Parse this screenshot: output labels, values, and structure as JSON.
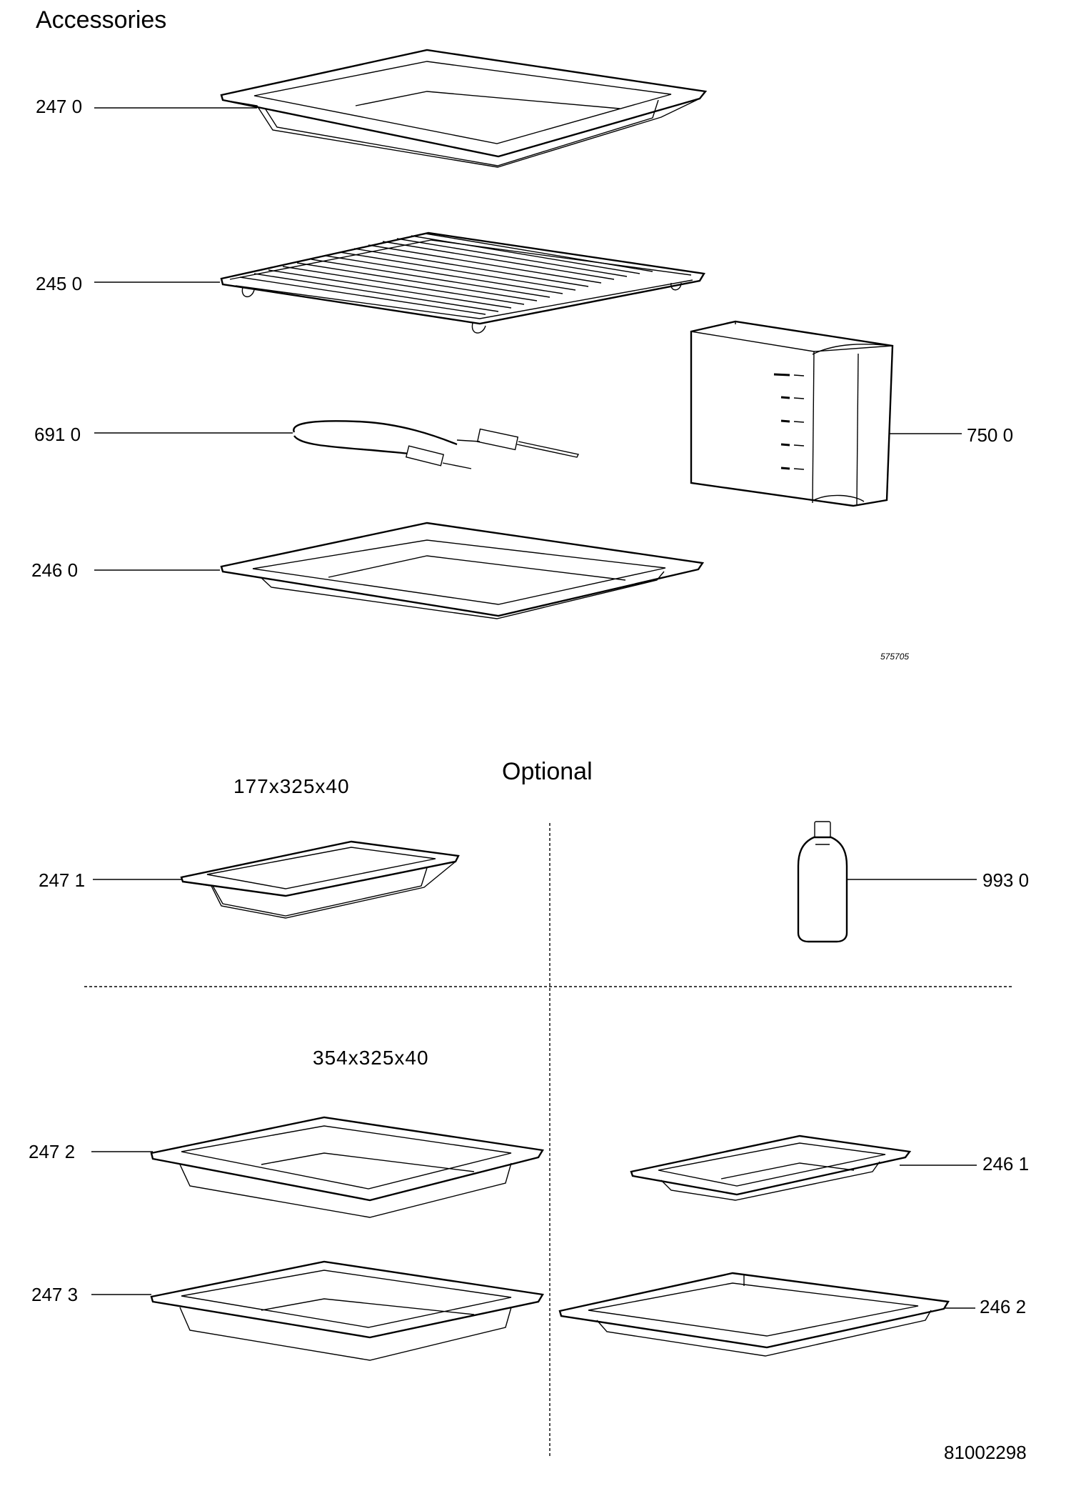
{
  "titles": {
    "accessories": "Accessories",
    "optional": "Optional"
  },
  "dimensions": {
    "small": "177x325x40",
    "large": "354x325x40"
  },
  "parts": {
    "p2470": "247 0",
    "p2450": "245 0",
    "p6910": "691 0",
    "p7500": "750 0",
    "p2460": "246 0",
    "p2471": "247 1",
    "p9930": "993 0",
    "p2472": "247 2",
    "p2461": "246 1",
    "p2473": "247 3",
    "p2462": "246 2"
  },
  "codes": {
    "figure": "575705",
    "document": "81002298"
  }
}
